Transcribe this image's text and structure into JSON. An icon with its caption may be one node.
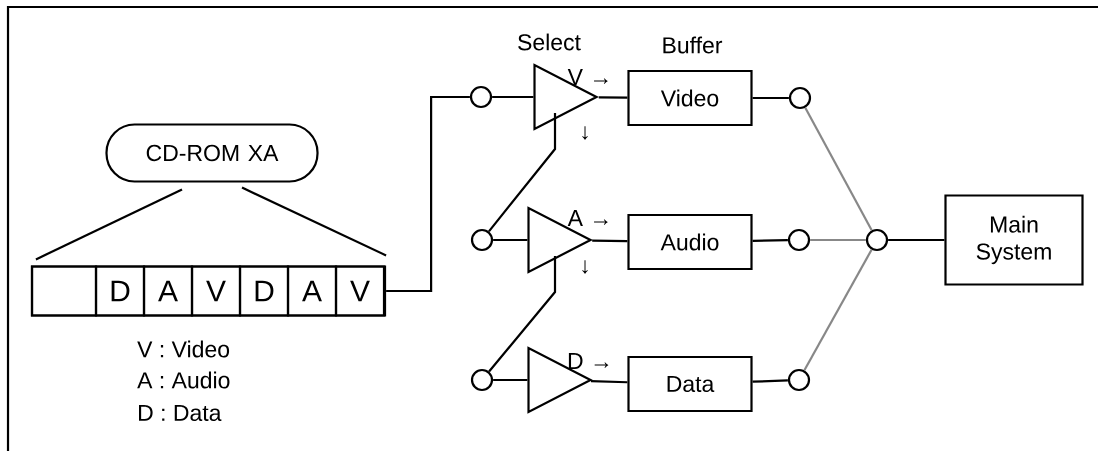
{
  "diagram": {
    "nodes": [
      {
        "text": [
          "CD-ROM XA"
        ]
      },
      {
        "text": [],
        "shape": "box"
      },
      {
        "text": [],
        "shape": "box",
        "in": 1
      },
      {
        "text": [
          "D"
        ],
        "in": 1
      },
      {
        "text": [
          "A"
        ],
        "in": 1
      },
      {
        "text": [
          "V"
        ],
        "in": 1
      },
      {
        "text": [
          "D"
        ],
        "in": 1
      },
      {
        "text": [
          "A"
        ],
        "in": 1
      },
      {
        "text": [
          "V"
        ],
        "in": 1
      },
      {
        "text": [],
        "shape": "circle"
      },
      {
        "text": [],
        "shape": "triangle"
      },
      {
        "text": [],
        "shape": "circle"
      },
      {
        "text": [],
        "shape": "triangle"
      },
      {
        "text": [],
        "shape": "circle"
      },
      {
        "text": [],
        "shape": "triangle"
      },
      {
        "text": [
          "Video"
        ]
      },
      {
        "text": [
          "Audio"
        ]
      },
      {
        "text": [
          "Data"
        ]
      },
      {
        "text": [],
        "shape": "circle"
      },
      {
        "text": [],
        "shape": "circle"
      },
      {
        "text": [],
        "shape": "circle"
      },
      {
        "text": [],
        "shape": "circle"
      },
      {
        "text": [
          "Main System"
        ]
      }
    ],
    "edges": [
      {
        "from": 0,
        "to": 1,
        "arrow": "none"
      },
      {
        "from": 0,
        "to": 1,
        "arrow": "none"
      },
      {
        "from": 1,
        "to": 9,
        "arrow": "none"
      },
      {
        "from": 9,
        "to": 10,
        "arrow": "none"
      },
      {
        "from": 10,
        "to": 15,
        "arrow": "none",
        "label": "V →"
      },
      {
        "from": 10,
        "to": 11,
        "arrow": "none",
        "label": "↓"
      },
      {
        "from": 11,
        "to": 12,
        "arrow": "none"
      },
      {
        "from": 12,
        "to": 16,
        "arrow": "none",
        "label": "A →"
      },
      {
        "from": 12,
        "to": 13,
        "arrow": "none",
        "label": "↓"
      },
      {
        "from": 13,
        "to": 14,
        "arrow": "none"
      },
      {
        "from": 14,
        "to": 17,
        "arrow": "none",
        "label": "D →"
      },
      {
        "from": 15,
        "to": 18,
        "arrow": "none"
      },
      {
        "from": 16,
        "to": 19,
        "arrow": "none"
      },
      {
        "from": 17,
        "to": 20,
        "arrow": "none"
      },
      {
        "from": 18,
        "to": 21,
        "arrow": "none",
        "color": "#888888"
      },
      {
        "from": 19,
        "to": 21,
        "arrow": "none",
        "color": "#888888"
      },
      {
        "from": 20,
        "to": 21,
        "arrow": "none",
        "color": "#888888"
      },
      {
        "from": 21,
        "to": 22,
        "arrow": "none"
      }
    ],
    "labels": [
      "Select",
      "Buffer",
      "V : Video",
      "A : Audio",
      "D : Data"
    ]
  }
}
